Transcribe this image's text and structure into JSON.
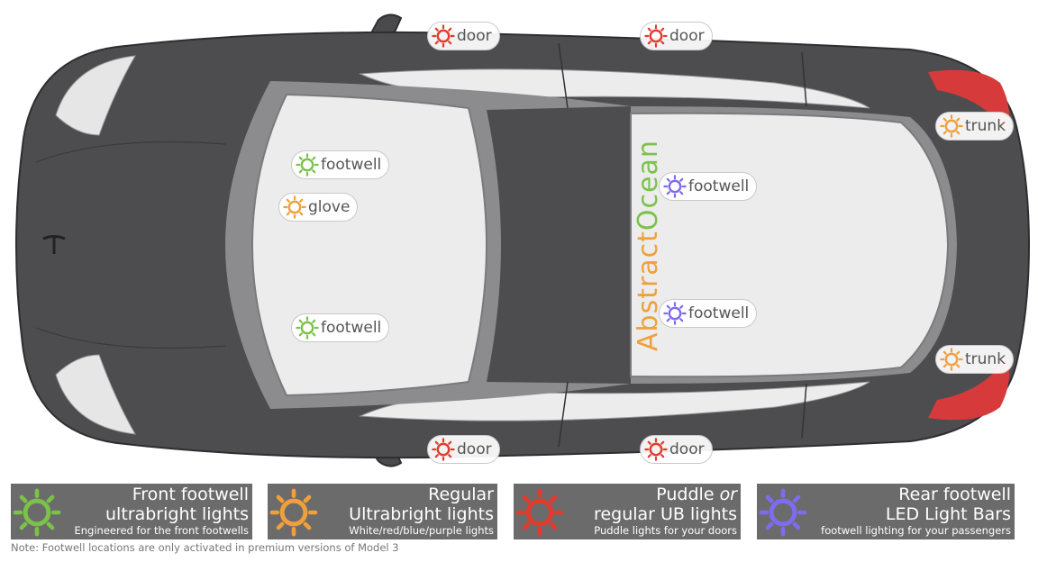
{
  "brand": {
    "part1": "Abstract",
    "part2": "Ocean"
  },
  "colors": {
    "green": "#7cc24a",
    "orange": "#f0a03a",
    "red": "#e23b2e",
    "purple": "#7d6cf0",
    "body": "#4d4d4f",
    "glass": "#ececec",
    "tail": "#d63a3a"
  },
  "markers": [
    {
      "id": "door-front-top",
      "label": "door",
      "color": "red",
      "icon": "sun-icon"
    },
    {
      "id": "door-rear-top",
      "label": "door",
      "color": "red",
      "icon": "sun-icon"
    },
    {
      "id": "door-front-bottom",
      "label": "door",
      "color": "red",
      "icon": "sun-icon"
    },
    {
      "id": "door-rear-bottom",
      "label": "door",
      "color": "red",
      "icon": "sun-icon"
    },
    {
      "id": "footwell-front-top",
      "label": "footwell",
      "color": "green",
      "icon": "sun-icon"
    },
    {
      "id": "footwell-front-bottom",
      "label": "footwell",
      "color": "green",
      "icon": "sun-icon"
    },
    {
      "id": "glove",
      "label": "glove",
      "color": "orange",
      "icon": "sun-icon"
    },
    {
      "id": "footwell-rear-top",
      "label": "footwell",
      "color": "purple",
      "icon": "sun-icon"
    },
    {
      "id": "footwell-rear-bottom",
      "label": "footwell",
      "color": "purple",
      "icon": "sun-icon"
    },
    {
      "id": "trunk-top",
      "label": "trunk",
      "color": "orange",
      "icon": "sun-icon"
    },
    {
      "id": "trunk-bottom",
      "label": "trunk",
      "color": "orange",
      "icon": "sun-icon"
    }
  ],
  "legend": [
    {
      "color": "green",
      "line1": "Front footwell",
      "line2": "ultrabright lights",
      "line3": "Engineered for the front footwells"
    },
    {
      "color": "orange",
      "line1": "Regular",
      "line2": "Ultrabright lights",
      "line3": "White/red/blue/purple lights"
    },
    {
      "color": "red",
      "line1": "Puddle",
      "line1_em": "or",
      "line2": "regular UB lights",
      "line3": "Puddle lights for your doors"
    },
    {
      "color": "purple",
      "line1": "Rear footwell",
      "line2": "LED Light Bars",
      "line3": "footwell lighting for your passengers"
    }
  ],
  "note": "Note: Footwell locations are only activated in premium versions of Model 3"
}
